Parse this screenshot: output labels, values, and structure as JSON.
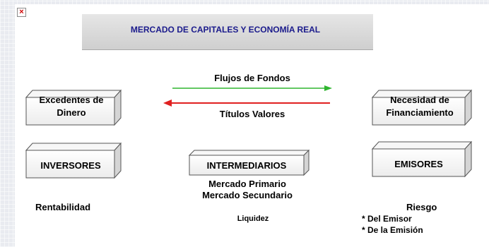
{
  "title": "MERCADO DE CAPITALES Y ECONOMÍA REAL",
  "broken_image_glyph": "×",
  "flows": {
    "top_label": "Flujos de Fondos",
    "bottom_label": "Títulos Valores",
    "top_color": "#2fb52f",
    "bottom_color": "#e02020"
  },
  "boxes": {
    "excedentes": "Excedentes de Dinero",
    "necesidad": "Necesidad de Financiamiento",
    "inversores": "INVERSORES",
    "intermediarios": "INTERMEDIARIOS",
    "emisores": "EMISORES"
  },
  "notes": {
    "mercado_primario": "Mercado Primario",
    "mercado_secundario": "Mercado Secundario",
    "rentabilidad": "Rentabilidad",
    "liquidez": "Liquidez",
    "riesgo": "Riesgo",
    "del_emisor": "* Del Emisor",
    "de_la_emision": "* De la Emisión"
  }
}
